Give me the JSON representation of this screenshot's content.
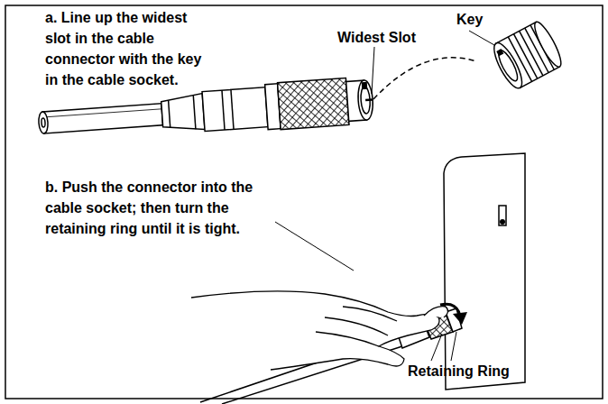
{
  "diagram": {
    "labels": [
      "a. Line up the widest slot in the cable connector with the key in the cable socket.",
      "Key",
      "Widest Slot",
      "b. Push the connector into the cable socket; then turn the retaining ring until it is tight.",
      "Retaining Ring"
    ]
  }
}
